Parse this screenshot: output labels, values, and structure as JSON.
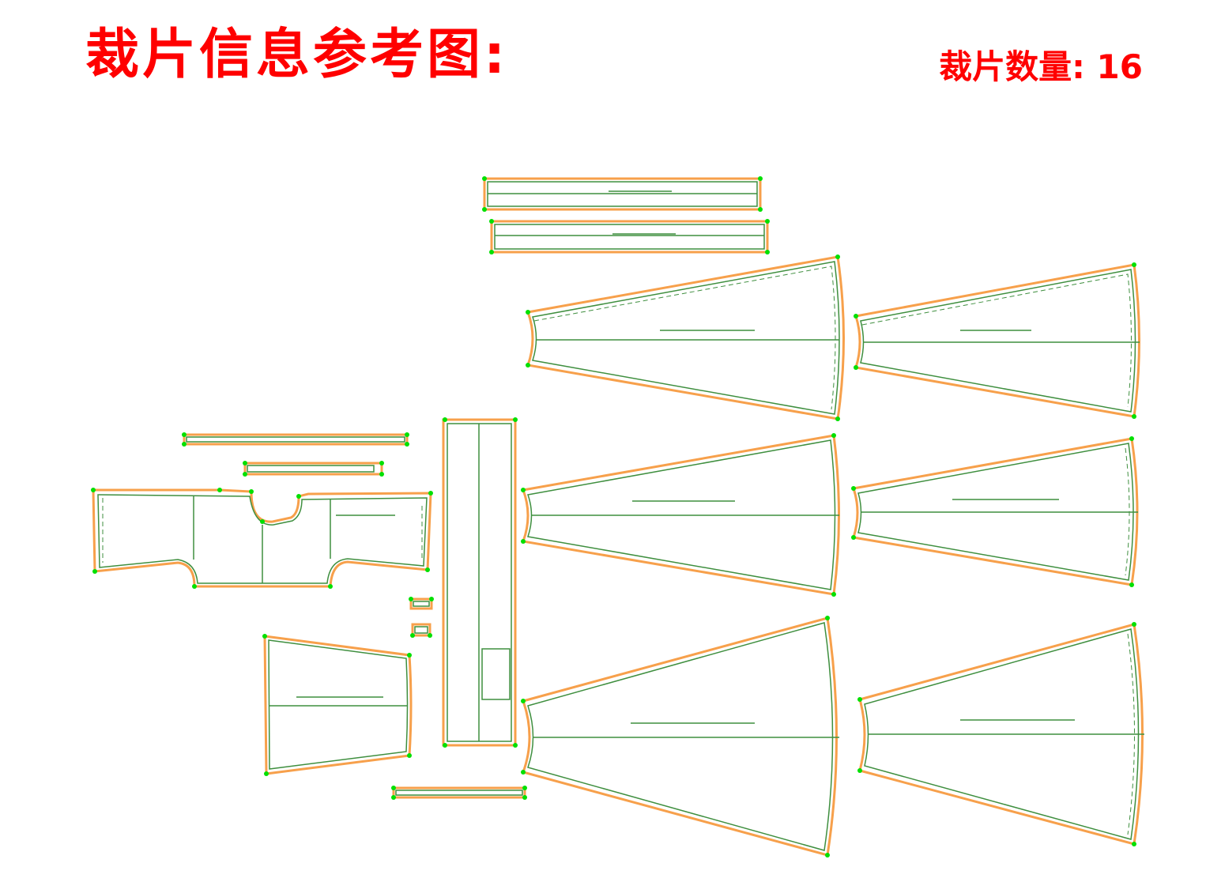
{
  "header": {
    "title": "裁片信息参考图:",
    "count_label": "裁片数量:",
    "count_value": "16"
  },
  "colors": {
    "title": "#ff0000",
    "seam_allowance": "#f7a04b",
    "net_line": "#3f8f3f",
    "point": "#00e000"
  }
}
